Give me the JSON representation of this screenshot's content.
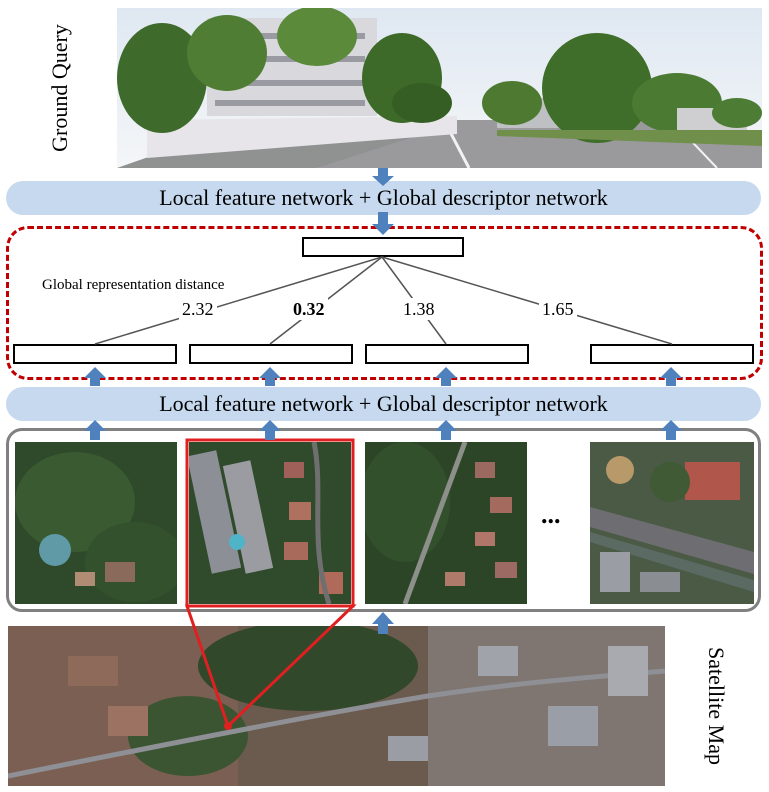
{
  "labels": {
    "ground_query": "Ground Query",
    "satellite_map": "Satellite Map",
    "global_representation_distance": "Global representation distance",
    "ellipsis": "..."
  },
  "networks": {
    "top": "Local feature network + Global descriptor network",
    "bottom": "Local feature network + Global descriptor network"
  },
  "distances": [
    "2.32",
    "0.32",
    "1.38",
    "1.65"
  ],
  "best_match_index": 1,
  "colors": {
    "network_bar": "#c6d9ee",
    "arrow": "#4f81bd",
    "dashed_region": "#c00000",
    "highlight": "#e02020",
    "frame": "#808080"
  }
}
